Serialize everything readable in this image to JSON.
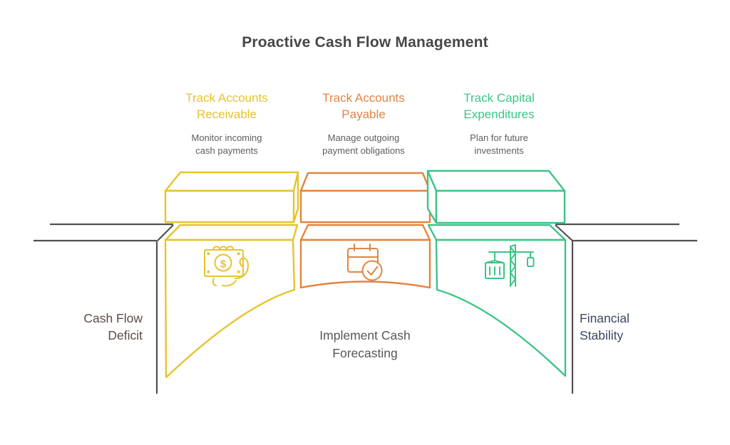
{
  "title": "Proactive Cash Flow Management",
  "columns": [
    {
      "id": "accounts-receivable",
      "heading_line1": "Track Accounts",
      "heading_line2": "Receivable",
      "subtitle_line1": "Monitor incoming",
      "subtitle_line2": "cash payments",
      "color": "#e6c32e",
      "icon": "money-in-hand-icon"
    },
    {
      "id": "accounts-payable",
      "heading_line1": "Track Accounts",
      "heading_line2": "Payable",
      "subtitle_line1": "Manage outgoing",
      "subtitle_line2": "payment obligations",
      "color": "#e28441",
      "icon": "calendar-check-icon"
    },
    {
      "id": "capital-expenditures",
      "heading_line1": "Track Capital",
      "heading_line2": "Expenditures",
      "subtitle_line1": "Plan for future",
      "subtitle_line2": "investments",
      "color": "#3dc488",
      "icon": "construction-crane-icon"
    }
  ],
  "bridge": {
    "left_label_line1": "Cash Flow",
    "left_label_line2": "Deficit",
    "left_label_color": "#5c4a47",
    "center_label_line1": "Implement Cash",
    "center_label_line2": "Forecasting",
    "right_label_line1": "Financial",
    "right_label_line2": "Stability",
    "right_label_color": "#3c4660",
    "ground_color": "#515151"
  },
  "icons": {
    "dollar_symbol": "$"
  }
}
